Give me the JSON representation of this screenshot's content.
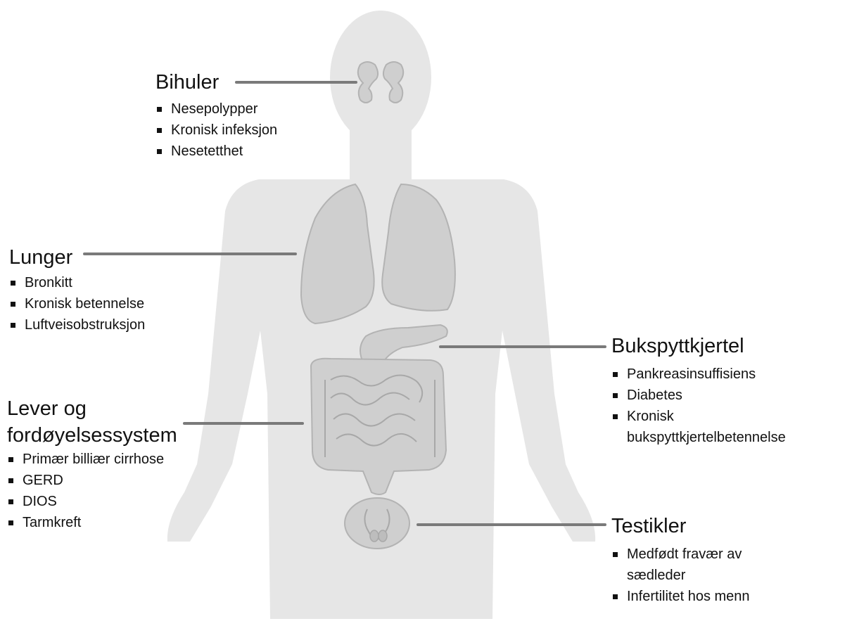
{
  "colors": {
    "body": "#e6e6e6",
    "organ_fill": "#cfcfcf",
    "organ_stroke": "#b3b3b3",
    "leader_line": "#7a7a7a",
    "text": "#111111"
  },
  "labels": {
    "sinus": {
      "title": "Bihuler",
      "items": [
        "Nesepolypper",
        "Kronisk infeksjon",
        "Nesetetthet"
      ]
    },
    "lungs": {
      "title": "Lunger",
      "items": [
        "Bronkitt",
        "Kronisk betennelse",
        "Luftveisobstruksjon"
      ]
    },
    "liver": {
      "title_line1": "Lever og",
      "title_line2": "fordøyelsessystem",
      "items": [
        "Primær billiær cirrhose",
        "GERD",
        "DIOS",
        "Tarmkreft"
      ]
    },
    "pancreas": {
      "title": "Bukspyttkjertel",
      "items": [
        "Pankreasinsuffisiens",
        "Diabetes",
        "Kronisk",
        "bukspyttkjertelbetennelse"
      ]
    },
    "testes": {
      "title": "Testikler",
      "items": [
        "Medfødt fravær av",
        "sædleder",
        "Infertilitet hos menn"
      ]
    }
  }
}
